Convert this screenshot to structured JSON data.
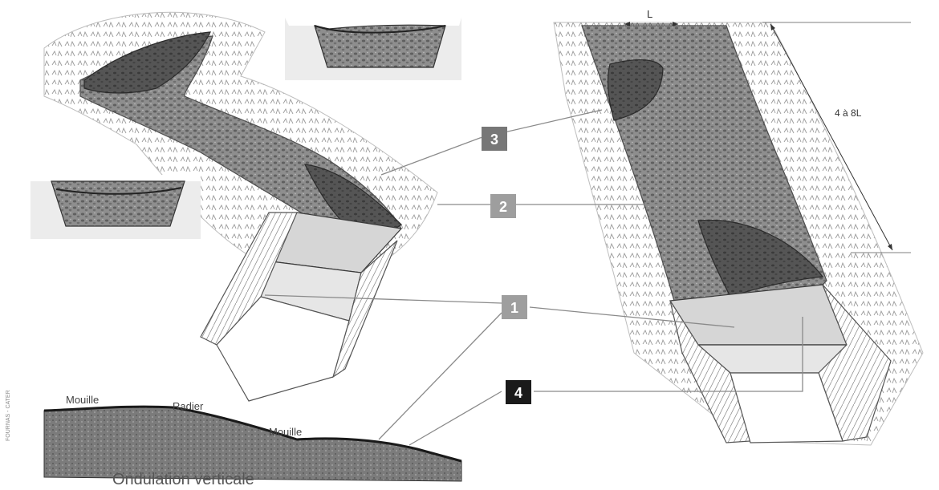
{
  "diagram": {
    "labels": {
      "mouille_left": "Mouille",
      "radier": "Radier",
      "mouille_right": "Mouille",
      "section_title": "Ondulation verticale",
      "width_symbol": "L",
      "spacing": "4 à 8L",
      "credit": "FOURNAS - CATER"
    },
    "callouts": [
      {
        "id": "1",
        "bg": "#9e9e9e"
      },
      {
        "id": "2",
        "bg": "#9e9e9e"
      },
      {
        "id": "3",
        "bg": "#777777"
      },
      {
        "id": "4",
        "bg": "#1a1a1a"
      }
    ],
    "colors": {
      "vegetation": "#b9b9b9",
      "riffle_bed": "#8c8c8c",
      "pool_water": "#4a4a4a",
      "flat_glide": "#d6d6d6",
      "leader_line": "#8a8a8a"
    }
  }
}
